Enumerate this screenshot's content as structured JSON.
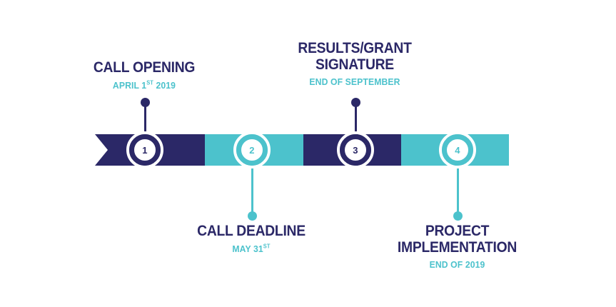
{
  "theme": {
    "navy": "#2b2867",
    "teal": "#4cc2cc",
    "white": "#ffffff",
    "background": "#ffffff"
  },
  "timeline": {
    "bar": {
      "segments": [
        {
          "name": "segment-1",
          "color": "#2b2867"
        },
        {
          "name": "segment-2",
          "color": "#4cc2cc"
        },
        {
          "name": "segment-3",
          "color": "#2b2867"
        },
        {
          "name": "segment-4",
          "color": "#4cc2cc"
        }
      ]
    },
    "milestones": [
      {
        "number": "1",
        "title": "CALL OPENING",
        "date_text": "APRIL 1",
        "date_suffix": "ST",
        "date_tail": " 2019",
        "color": "#2b2867",
        "position": "above"
      },
      {
        "number": "2",
        "title": "CALL DEADLINE",
        "date_text": "MAY 31",
        "date_suffix": "ST",
        "date_tail": "",
        "color": "#4cc2cc",
        "position": "below"
      },
      {
        "number": "3",
        "title": "RESULTS/GRANT\nSIGNATURE",
        "date_text": "END OF SEPTEMBER",
        "date_suffix": "",
        "date_tail": "",
        "color": "#2b2867",
        "position": "above"
      },
      {
        "number": "4",
        "title": "PROJECT\nIMPLEMENTATION",
        "date_text": "END OF 2019",
        "date_suffix": "",
        "date_tail": "",
        "color": "#4cc2cc",
        "position": "below"
      }
    ]
  }
}
